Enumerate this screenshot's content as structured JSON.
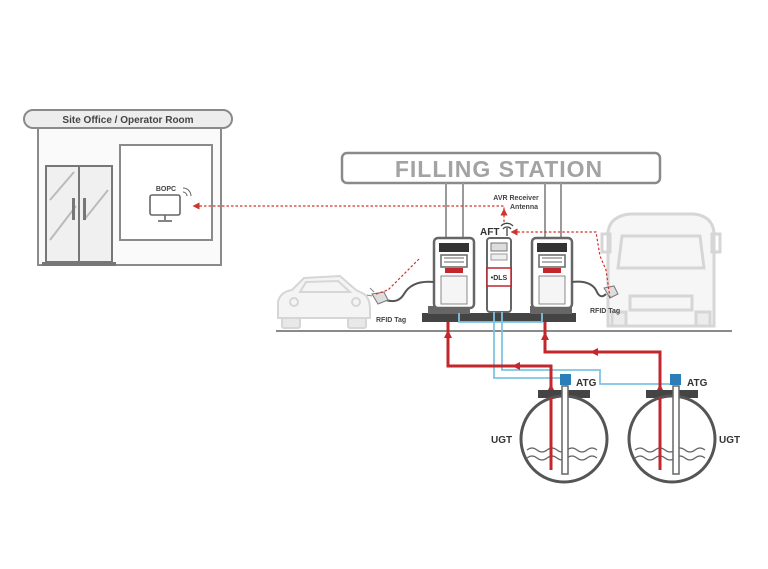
{
  "office": {
    "title": "Site Office / Operator Room",
    "bopc_label": "BOPC"
  },
  "station": {
    "sign": "FILLING STATION",
    "avr_label_line1": "AVR Receiver",
    "avr_label_line2": "Antenna",
    "aft_label": "AFT",
    "dls_label": "•DLS",
    "rfid_left": "RFID Tag",
    "rfid_right": "RFID Tag"
  },
  "tanks": [
    {
      "atg_label": "ATG",
      "ugt_label": "UGT"
    },
    {
      "atg_label": "ATG",
      "ugt_label": "UGT"
    }
  ],
  "colors": {
    "outline": "#8a8a8a",
    "dark": "#555555",
    "fuel_line": "#c1272d",
    "data_line": "#7fc4e0",
    "signal_line": "#d0342c",
    "atg_box": "#2a7fb8"
  }
}
